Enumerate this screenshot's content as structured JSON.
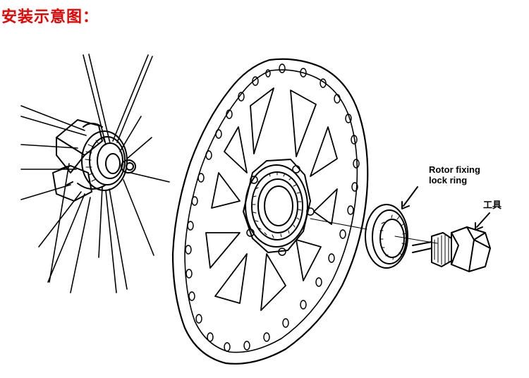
{
  "title": "安装示意图：",
  "labels": {
    "rotor_line1": "Rotor fixing",
    "rotor_line2": "lock ring",
    "tool": "工具"
  },
  "colors": {
    "title": "#e60000",
    "line": "#000000",
    "background": "#ffffff"
  }
}
